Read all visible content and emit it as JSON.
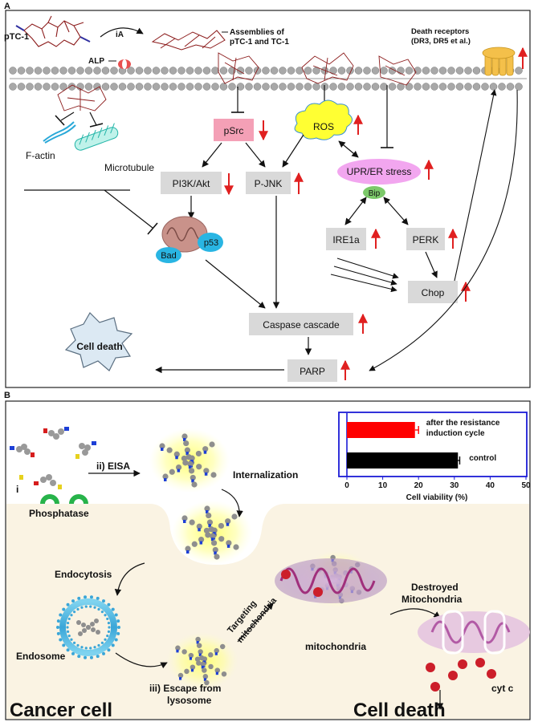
{
  "panelA": {
    "label": "A",
    "ptc1": "pTC-1",
    "ia": "iA",
    "alp": "ALP",
    "assemblies_line1": "Assemblies of",
    "assemblies_line2": "pTC-1 and TC-1",
    "death_receptors_line1": "Death receptors",
    "death_receptors_line2": "(DR3, DR5 et al.)",
    "factin": "F-actin",
    "microtubule": "Microtubule",
    "psrc": "pSrc",
    "ros": "ROS",
    "upr": "UPR/ER stress",
    "bip": "Bip",
    "pi3k": "PI3K/Akt",
    "pjnk": "P-JNK",
    "ire1a": "IRE1a",
    "perk": "PERK",
    "chop": "Chop",
    "bad": "Bad",
    "p53": "p53",
    "caspase": "Caspase cascade",
    "parp": "PARP",
    "cell_death": "Cell death",
    "colors": {
      "box": "#d9d9d9",
      "psrc": "#f4a0b6",
      "ros": "#ffff33",
      "upr": "#f2a6ef",
      "arrow_up": "#e02020",
      "bip": "#7cc96a",
      "bad": "#29b5e3"
    }
  },
  "panelB": {
    "label": "B",
    "i": "i",
    "eisa": "ii) EISA",
    "internalization": "Internalization",
    "phosphatase": "Phosphatase",
    "endocytosis": "Endocytosis",
    "endosome": "Endosome",
    "escape_line1": "iii) Escape from",
    "escape_line2": "lysosome",
    "targeting_line1": "Targeting",
    "targeting_line2": "mitochondria",
    "mitochondria": "mitochondria",
    "destroyed_line1": "Destroyed",
    "destroyed_line2": "Mitochondria",
    "cytc": "cyt  c",
    "cancer_cell": "Cancer cell",
    "cell_death": "Cell death"
  },
  "chart_data": {
    "type": "bar",
    "orientation": "horizontal",
    "categories": [
      "after the resistance induction cycle",
      "control"
    ],
    "category_lines": [
      [
        "after the resistance",
        "induction cycle"
      ],
      [
        "control"
      ]
    ],
    "values": [
      19,
      31
    ],
    "errors": [
      1,
      0.5
    ],
    "colors": [
      "#ff0000",
      "#000000"
    ],
    "xlabel": "Cell viability (%)",
    "xlim": [
      0,
      50
    ],
    "xticks": [
      0,
      10,
      20,
      30,
      40,
      50
    ]
  }
}
